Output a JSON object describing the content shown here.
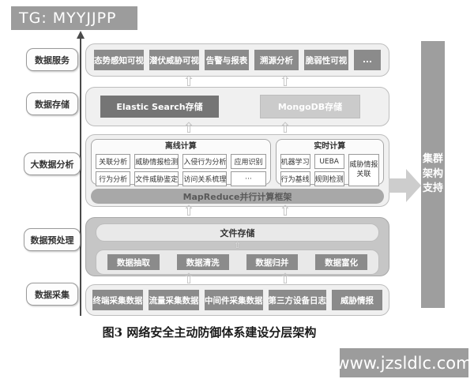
{
  "watermarks": {
    "top_left": "TG: MYYJJPP",
    "bottom_right": "www.jzsldlc.com"
  },
  "caption": "图3 网络安全主动防御体系建设分层架构",
  "right_bar": {
    "label": "集群架构支持"
  },
  "arrows": {
    "up_glyph": "⇧"
  },
  "colors": {
    "badge_gray": "#9c9c9c",
    "dark_box": "#8b8b8b",
    "container_fill": "#f0f0f0",
    "preprocess_fill": "#c6c6c6",
    "mapreduce_bar": "#a8a8a8",
    "cluster_bar": "#9e9e9e"
  },
  "layers": {
    "services": {
      "label": "数据服务",
      "items": [
        "态势感知可视",
        "潜伏威胁可视",
        "告警与报表",
        "溯源分析",
        "脆弱性可视",
        "..."
      ]
    },
    "storage": {
      "label": "数据存储",
      "elastic": "Elastic Search存储",
      "mongo": "MongoDB存储"
    },
    "analysis": {
      "label": "大数据分析",
      "offline": {
        "title": "离线计算",
        "row1": [
          "关联分析",
          "威胁情报检测",
          "入侵行为分析",
          "应用识别"
        ],
        "row2": [
          "行为分析",
          "文件威胁鉴定",
          "访问关系梳理",
          "···"
        ]
      },
      "realtime": {
        "title": "实时计算",
        "row1": [
          "机器学习",
          "UEBA"
        ],
        "row2": [
          "行为基线",
          "规则检测"
        ],
        "side": "威胁情报关联"
      },
      "framework": "MapReduce并行计算框架"
    },
    "preprocess": {
      "label": "数据预处理",
      "file_storage": "文件存储",
      "items": [
        "数据抽取",
        "数据清洗",
        "数据归并",
        "数据富化"
      ]
    },
    "collection": {
      "label": "数据采集",
      "items": [
        "终端采集数据",
        "流量采集数据",
        "中间件采集数据",
        "第三方设备日志",
        "威胁情报"
      ]
    }
  }
}
